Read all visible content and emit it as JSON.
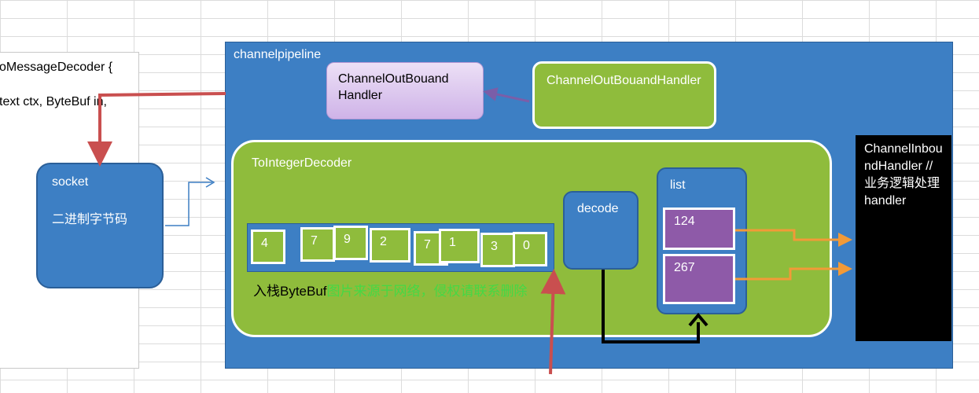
{
  "code": {
    "line1": "oMessageDecoder {",
    "line2": "text ctx, ByteBuf in,"
  },
  "pipeline": {
    "label": "channelpipeline"
  },
  "socket": {
    "title": "socket",
    "subtitle": "二进制字节码"
  },
  "outbound_handler_1": {
    "text": "ChannelOutBouand Handler"
  },
  "outbound_handler_2": {
    "text": "ChannelOutBouandHandler"
  },
  "decoder": {
    "label": "ToIntegerDecoder"
  },
  "bytebuf": {
    "label": "入栈ByteBuf",
    "watermark": "图片来源于网络，侵权请联系删除",
    "bytes": [
      "4",
      "7",
      "9",
      "2",
      "7",
      "1",
      "3",
      "0"
    ]
  },
  "decode": {
    "label": "decode"
  },
  "list": {
    "label": "list",
    "items": [
      "124",
      "267"
    ]
  },
  "inbound_handler": {
    "text": "ChannelInboundHandler //业务逻辑处理handler"
  },
  "colors": {
    "pipeline_blue": "#3d7fc4",
    "handler_green": "#8fbc3c",
    "list_purple": "#8e5aa8",
    "arrow_red": "#c94f4f",
    "arrow_orange": "#f29a38",
    "arrow_purple": "#7b5ea8"
  }
}
